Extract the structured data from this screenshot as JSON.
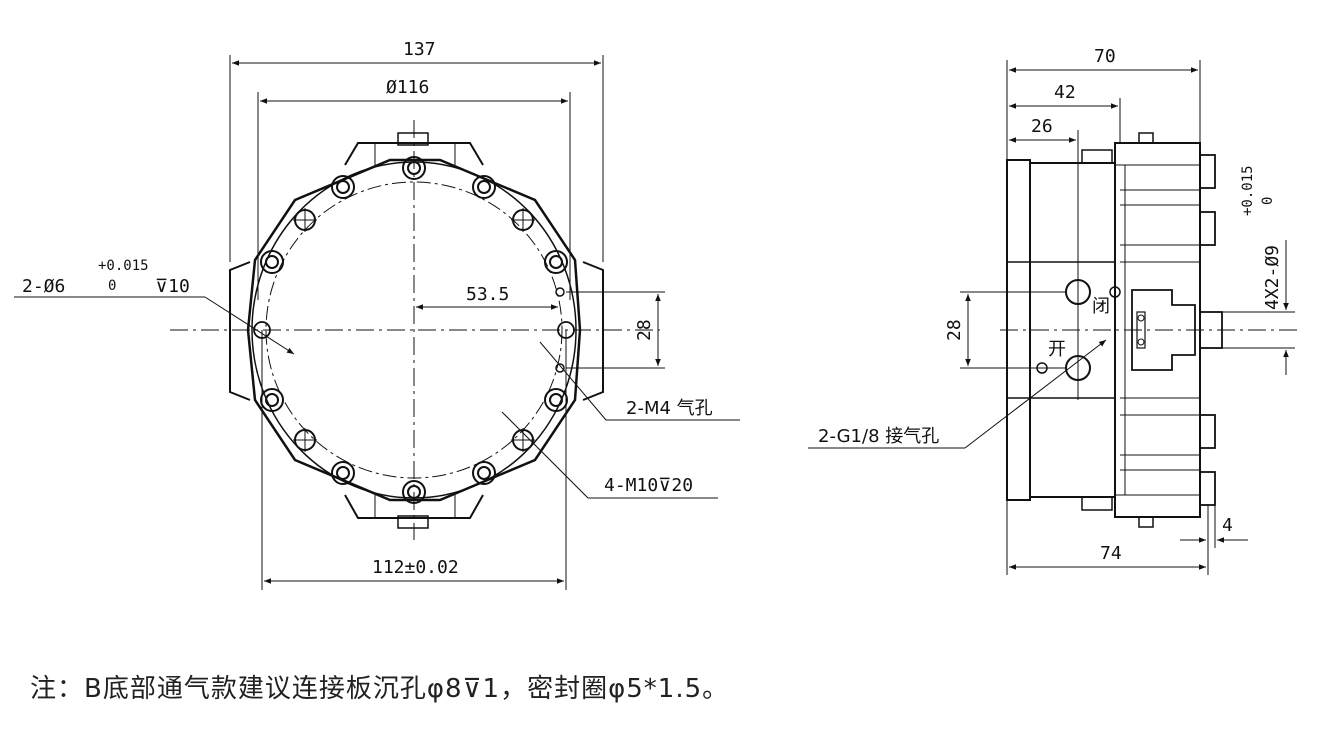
{
  "front_view": {
    "dim_overall_width": "137",
    "dim_bolt_circle": "Ø116",
    "dim_bottom_width": "112±0.02",
    "dim_offset": "53.5",
    "dim_height": "28",
    "callout_pin_hole": "2-Ø6",
    "callout_pin_tol_upper": "+0.015",
    "callout_pin_tol_lower": "0",
    "callout_pin_depth": "⊽10",
    "callout_air_hole": "2-M4 气孔",
    "callout_thread": "4-M10⊽20"
  },
  "side_view": {
    "dim_70": "70",
    "dim_42": "42",
    "dim_26": "26",
    "dim_28": "28",
    "dim_74": "74",
    "dim_4": "4",
    "callout_port": "2-G1/8 接气孔",
    "callout_pins": "4X2-Ø9",
    "callout_pins_tol_upper": "+0.015",
    "callout_pins_tol_lower": "0",
    "label_close": "闭",
    "label_open": "开"
  },
  "note": "注：B底部通气款建议连接板沉孔φ8⊽1，密封圈φ5*1.5。"
}
